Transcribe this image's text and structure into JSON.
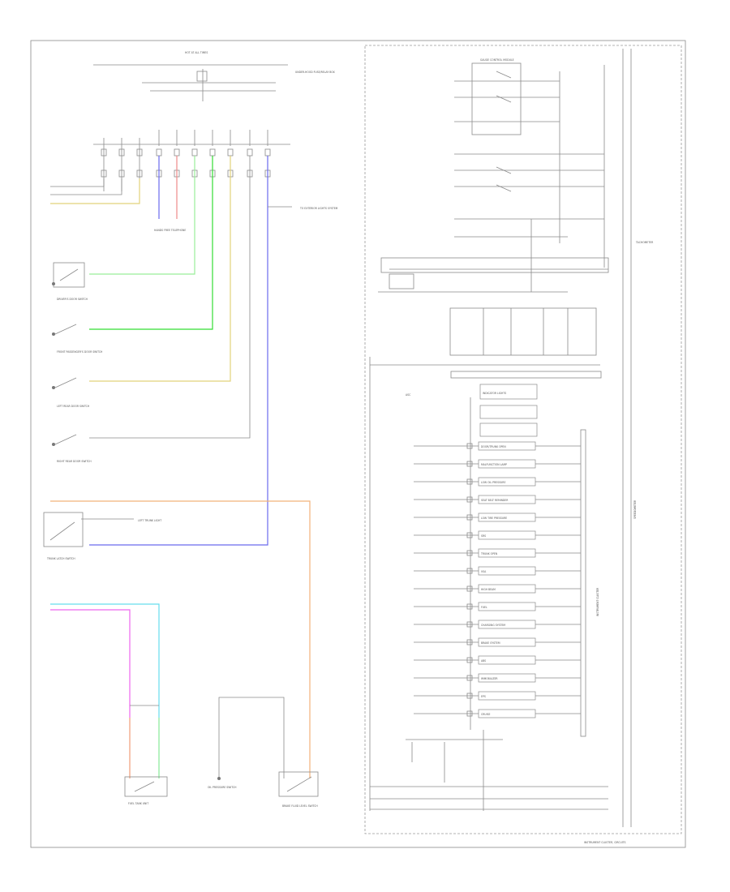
{
  "labels": {
    "top_note": "HOT AT ALL TIMES",
    "fuse_text": "UNDER-HOOD FUSE/RELAY BOX",
    "hands_free": "HANDS FREE TELEPHONE",
    "to_lighting": "TO EXTERIOR LIGHTS SYSTEM",
    "driver_door": "DRIVER'S DOOR SWITCH",
    "front_pass_door": "FRONT PASSENGER'S DOOR SWITCH",
    "left_rear_door": "LEFT REAR DOOR SWITCH",
    "right_rear_door": "RIGHT REAR DOOR SWITCH",
    "trunk_latch": "TRUNK LATCH SWITCH",
    "left_trunk_light": "LEFT TRUNK LIGHT",
    "fuel_tank_unit": "FUEL TANK UNIT",
    "oil_pressure_sw": "OIL PRESSURE SWITCH",
    "brake_fluid_sw": "BRAKE FLUID LEVEL SWITCH",
    "gauge_control": "GAUGE CONTROL MODULE",
    "tachometer": "TACHOMETER",
    "speedometer": "SPEEDOMETER",
    "ind_lights": "INDICATOR LIGHTS",
    "ics_label": "INSTRUMENT CLUSTER",
    "footer": "INSTRUMENT CLUSTER, CIRCUITS",
    "page_num": "",
    "corner": "ASC"
  },
  "indicators": [
    {
      "name": "DOOR/TRUNK OPEN"
    },
    {
      "name": "MALFUNCTION LAMP"
    },
    {
      "name": "LOW OIL PRESSURE"
    },
    {
      "name": "SEAT BELT REMINDER"
    },
    {
      "name": "LOW TIRE PRESSURE"
    },
    {
      "name": "SRS"
    },
    {
      "name": "TRUNK OPEN"
    },
    {
      "name": "VSA"
    },
    {
      "name": "HIGH BEAM"
    },
    {
      "name": "FUEL"
    },
    {
      "name": "CHARGING SYSTEM"
    },
    {
      "name": "BRAKE SYSTEM"
    },
    {
      "name": "ABS"
    },
    {
      "name": "IMMOBILIZER"
    },
    {
      "name": "EPS"
    },
    {
      "name": "CRUISE"
    }
  ],
  "colors": {
    "green": "#33dd33",
    "lightgreen": "#99ee99",
    "yellow": "#e2d27a",
    "blue": "#6a6aee",
    "pink": "#ee66ee",
    "salmon": "#ee8a8a",
    "cyan": "#66ddee",
    "orange": "#f2b27a",
    "gray": "#8a8a8a"
  }
}
